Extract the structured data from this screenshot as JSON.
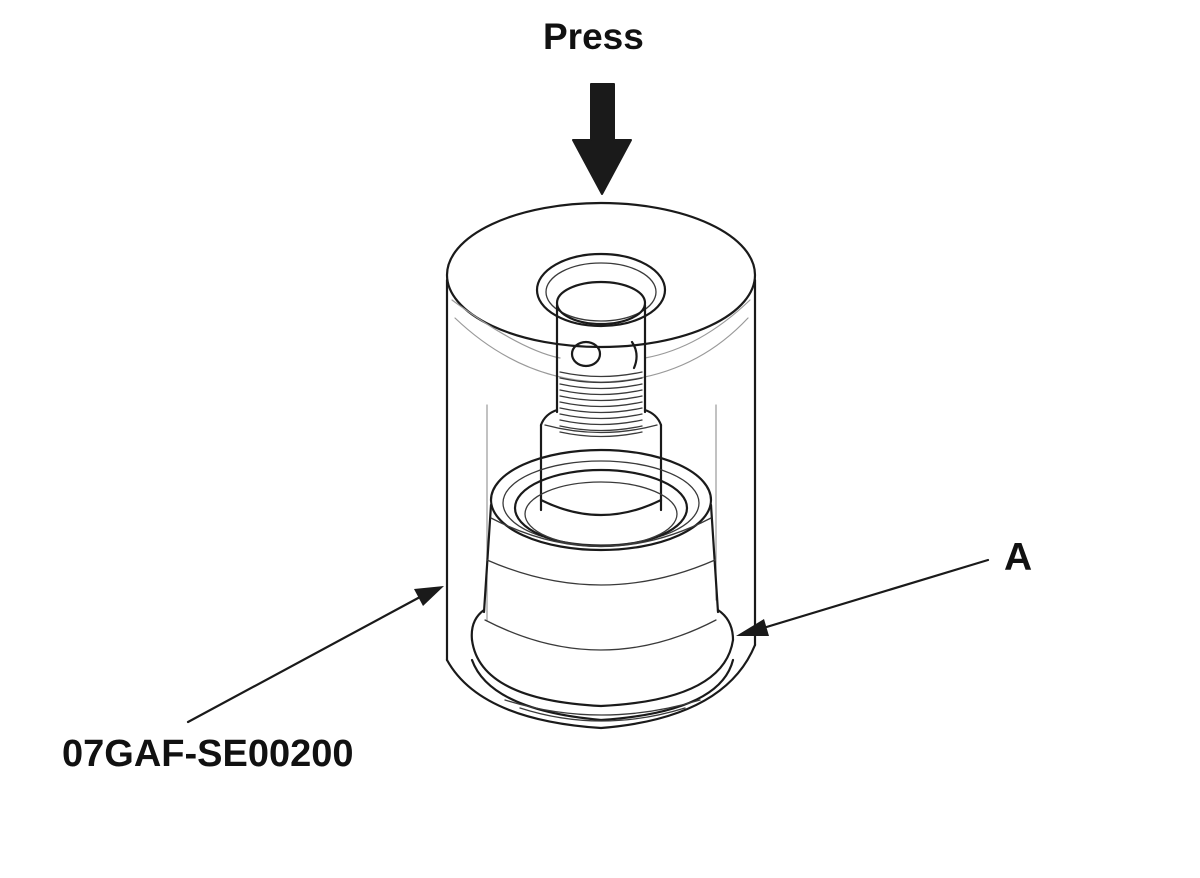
{
  "labels": {
    "press": "Press",
    "part": "A",
    "tool": "07GAF-SE00200"
  },
  "colors": {
    "line": "#1a1a1a",
    "background": "#ffffff"
  }
}
